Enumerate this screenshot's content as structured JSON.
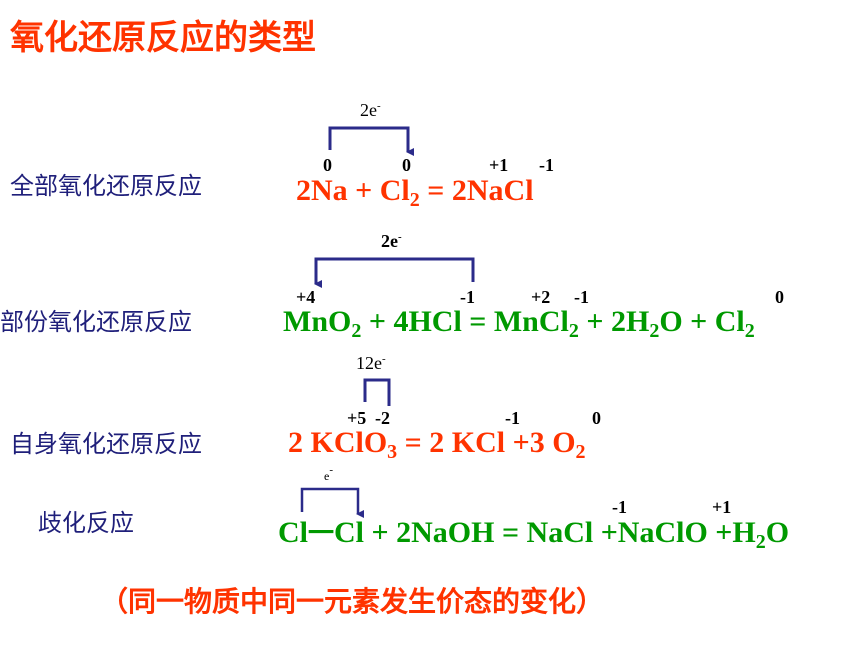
{
  "title": "氧化还原反应的类型",
  "footer": "（同一物质中同一元素发生价态的变化）",
  "colors": {
    "red": "#ff3300",
    "green": "#009900",
    "arrow": "#2b2b8a",
    "label": "#1f1f7a"
  },
  "reactions": [
    {
      "label": "全部氧化还原反应",
      "electron": "2e",
      "electron_sup": "-",
      "eq": {
        "p1": "2Na + Cl",
        "s1": "2",
        "p2": " = 2NaCl"
      },
      "ox": [
        "0",
        "0",
        "+1",
        "-1"
      ]
    },
    {
      "label": "部份氧化还原反应",
      "electron": "2e",
      "electron_sup": "-",
      "eq": {
        "p1": "MnO",
        "s1": "2",
        "p2": " + 4HCl = MnCl",
        "s2": "2",
        "p3": " + 2H",
        "s3": "2",
        "p4": "O + Cl",
        "s4": "2"
      },
      "ox": [
        "+4",
        "-1",
        "+2",
        "-1",
        "0"
      ]
    },
    {
      "label": "自身氧化还原反应",
      "electron": "12e",
      "electron_sup": "-",
      "eq": {
        "p1": "2 KClO",
        "s1": "3",
        "p2": " = 2 KCl +3 O",
        "s2": "2"
      },
      "ox": [
        "+5",
        "-2",
        "-1",
        "0"
      ]
    },
    {
      "label": "歧化反应",
      "electron": "e",
      "electron_sup": "-",
      "eq": {
        "p1": "Cl",
        "p2": "一",
        "p3": "Cl + 2NaOH = NaCl +NaClO +H",
        "s3": "2",
        "p4": "O"
      },
      "ox": [
        "-1",
        "+1"
      ]
    }
  ]
}
